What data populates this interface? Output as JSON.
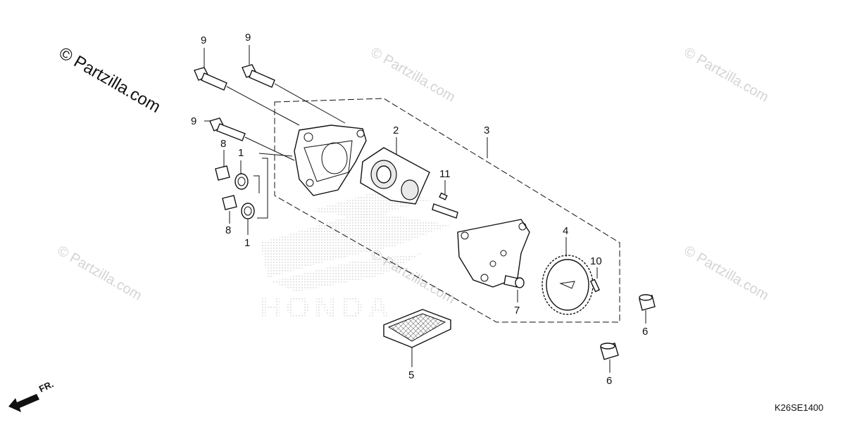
{
  "watermarks": {
    "main": "© Partzilla.com",
    "faint": "© Partzilla.com"
  },
  "diagram_code": "K26SE1400",
  "front_label": "FR.",
  "brand_ghost": "HONDA",
  "callouts": {
    "c1a": "1",
    "c1b": "1",
    "c2": "2",
    "c3": "3",
    "c4": "4",
    "c5": "5",
    "c6a": "6",
    "c6b": "6",
    "c7": "7",
    "c8a": "8",
    "c8b": "8",
    "c9a": "9",
    "c9b": "9",
    "c9c": "9",
    "c10": "10",
    "c11": "11"
  }
}
